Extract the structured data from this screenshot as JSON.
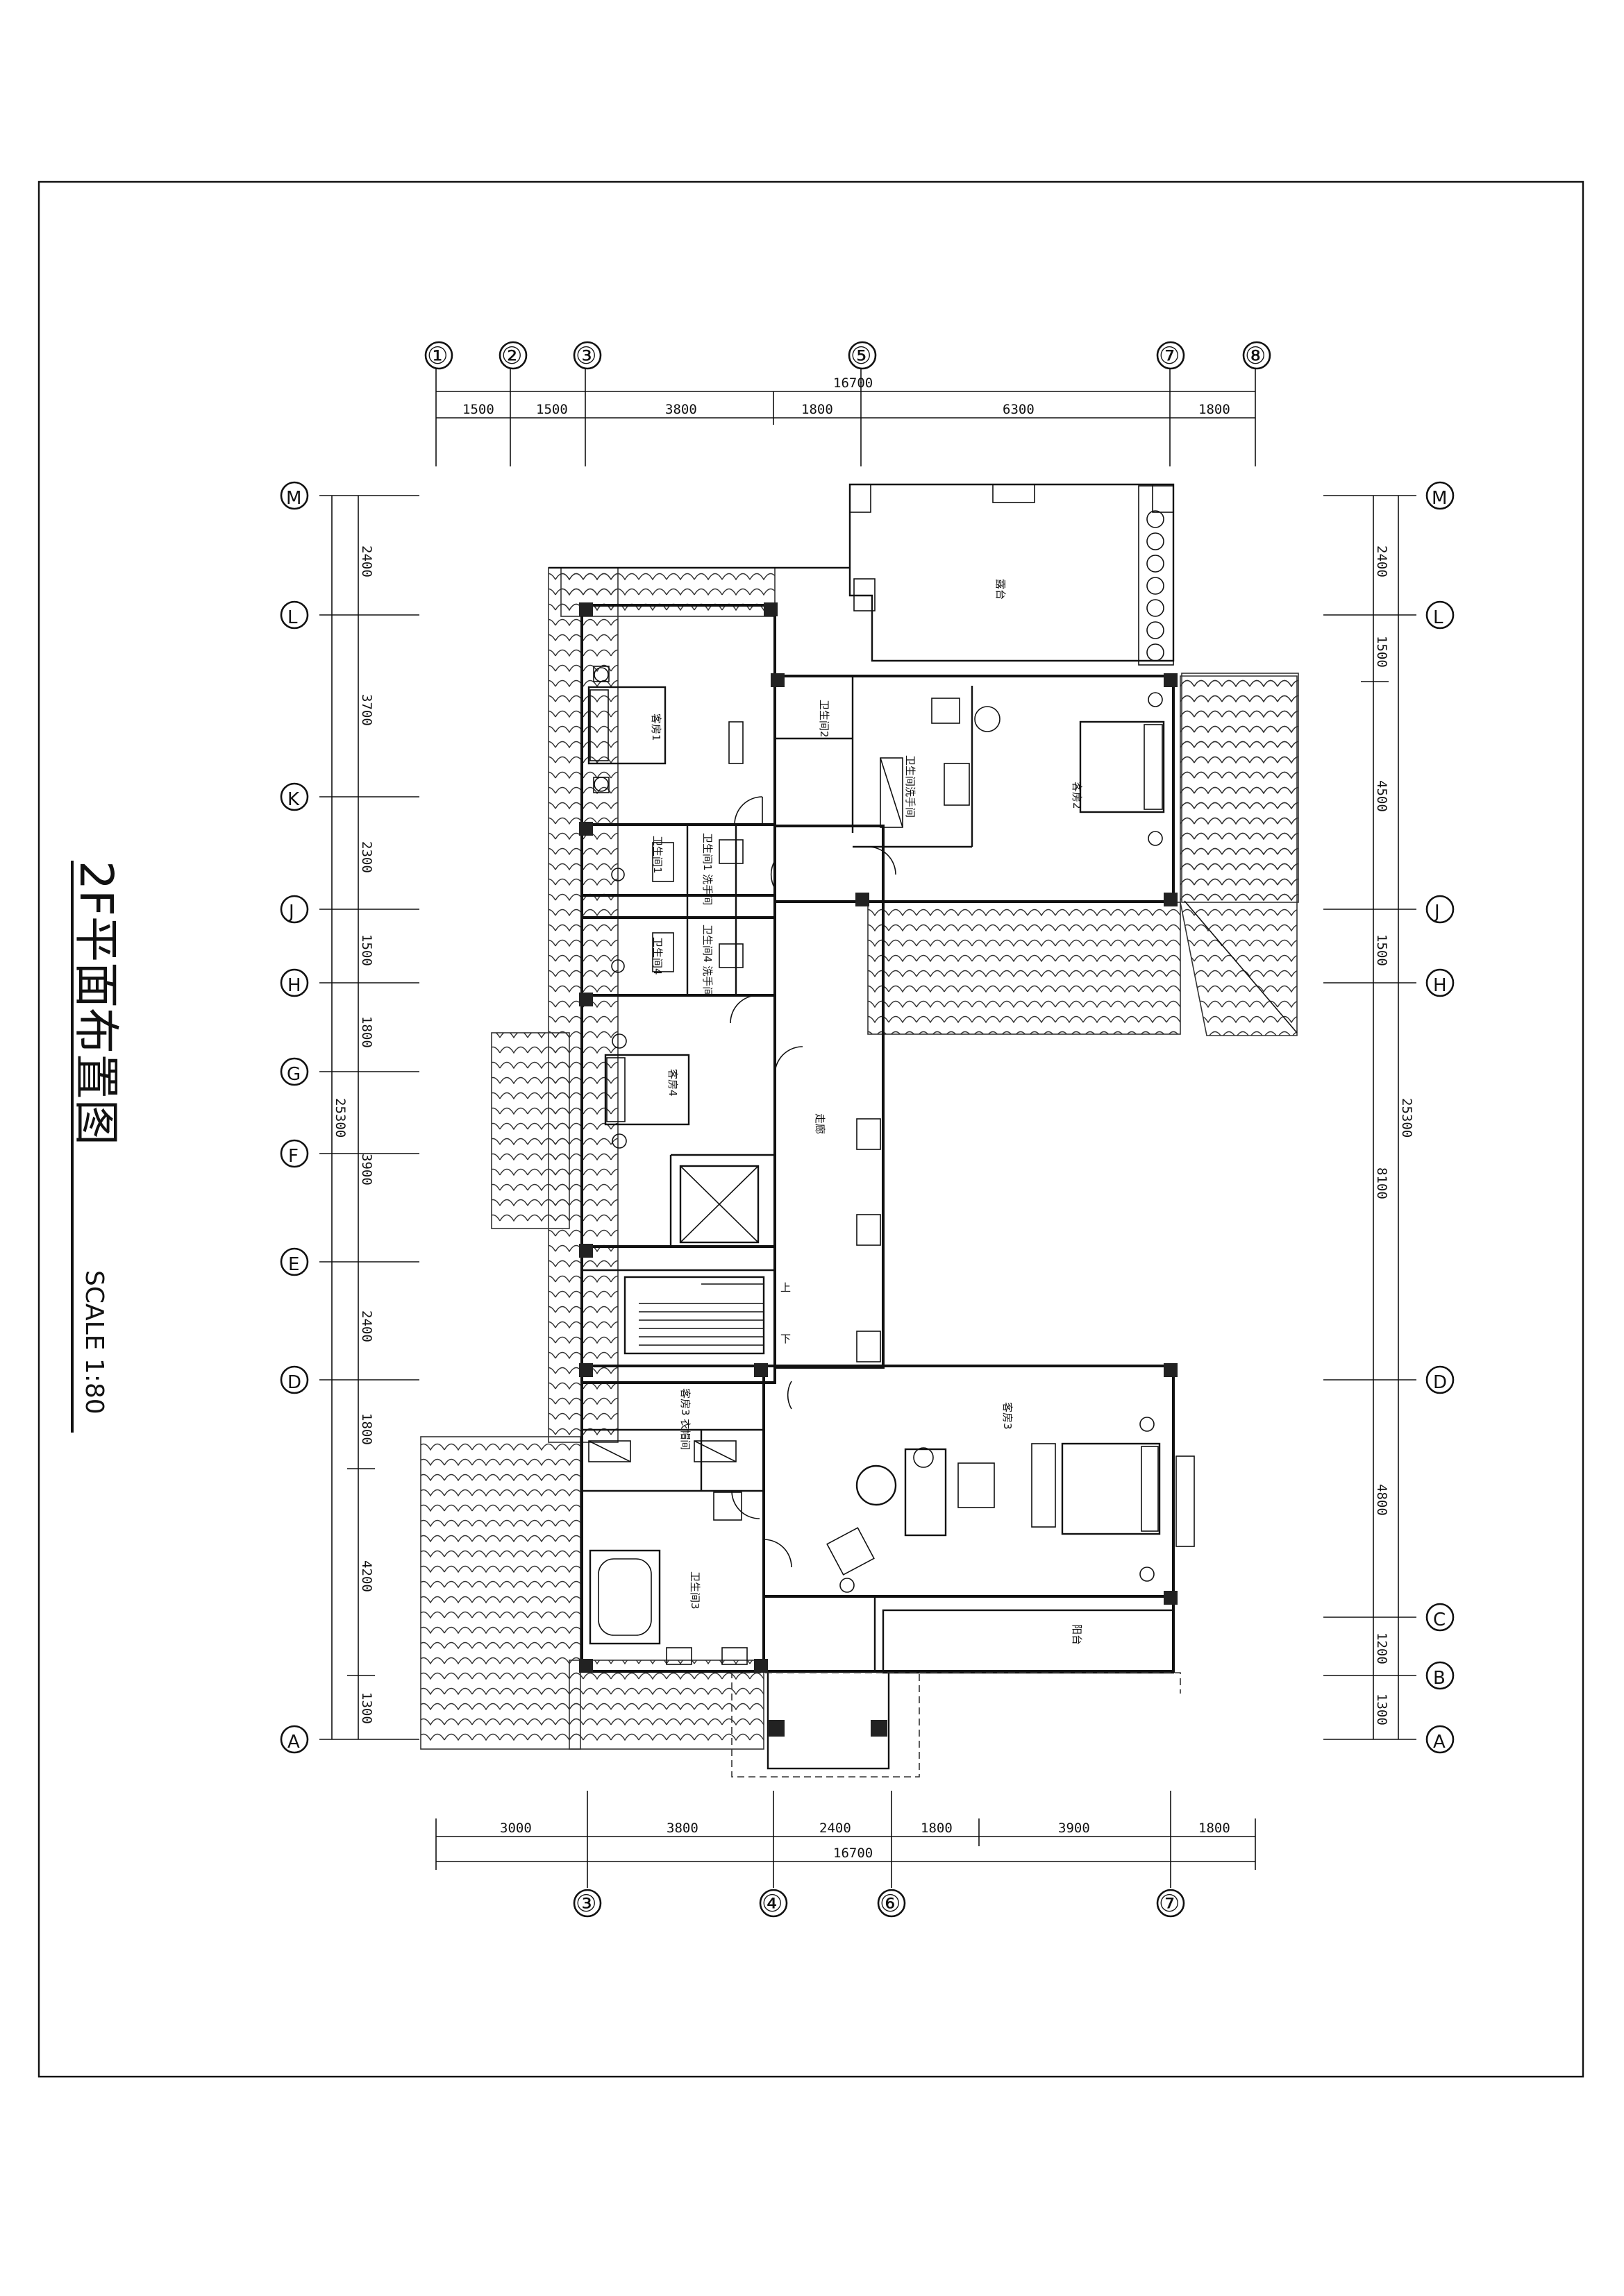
{
  "title": "2F平面布置图",
  "scale": "SCALE   1:80",
  "axes_top": [
    "①",
    "②",
    "③",
    "⑤",
    "⑦",
    "⑧"
  ],
  "axes_bottom": [
    "③",
    "④",
    "⑥",
    "⑦"
  ],
  "axes_rows": [
    "M",
    "L",
    "K",
    "J",
    "H",
    "G",
    "F",
    "E",
    "D",
    "C",
    "B",
    "A"
  ],
  "dims_top_total": "16700",
  "dims_top": [
    "1500",
    "1500",
    "3800",
    "1800",
    "6300",
    "1800"
  ],
  "dims_bottom": [
    "3000",
    "3800",
    "2400",
    "1800",
    "3900",
    "1800"
  ],
  "dims_bottom_total": "16700",
  "dims_left_total": "25300",
  "dims_left": [
    "2400",
    "3700",
    "2300",
    "1500",
    "1800",
    "3900",
    "2400",
    "1800",
    "4200",
    "1300"
  ],
  "dims_right_total": "25300",
  "dims_right": [
    "2400",
    "1500",
    "4500",
    "1500",
    "8100",
    "4800",
    "1200",
    "1300"
  ],
  "rooms": {
    "r1": "露台",
    "r2": "卫生间2",
    "r3": "卫生间洗手间",
    "r4": "客房1",
    "r5": "客房2",
    "r6": "卫生间1 洗手间",
    "r7": "卫生间4 洗手间",
    "r8": "卫生间1",
    "r9": "卫生间4",
    "r10": "客房4",
    "r11": "走廊",
    "r12": "客房3 衣帽间",
    "r13": "客房3",
    "r14": "卫生间3",
    "r15": "阳台"
  },
  "stair": {
    "up": "上",
    "down": "下"
  },
  "colors": {
    "line": "#111111",
    "background": "#ffffff"
  }
}
